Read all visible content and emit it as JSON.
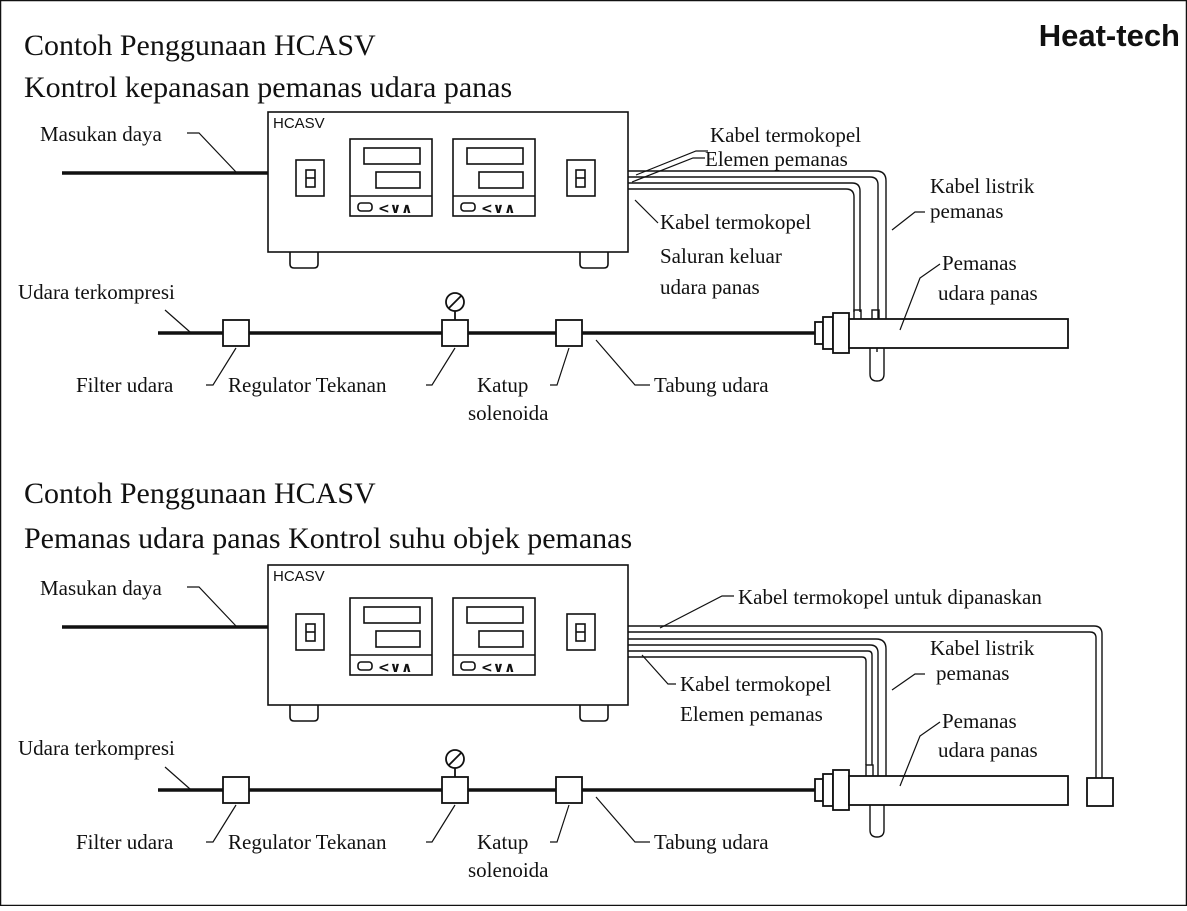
{
  "brand": {
    "text": "Heat-tech",
    "color": "#e4231b"
  },
  "diagrams": [
    {
      "heading1": "Contoh Penggunaan HCASV",
      "heading2": "Kontrol kepanasan pemanas udara panas",
      "unit_label": "HCASV",
      "keypad": "<∨∧",
      "labels": {
        "power": "Masukan daya",
        "tc_top": "Kabel termokopel",
        "tc_top_2": "Elemen pemanas",
        "tc_mid": "Kabel termokopel",
        "tc_mid_2": "Saluran keluar",
        "tc_mid_3": "udara panas",
        "power_cable": "Kabel listrik",
        "power_cable_2": "pemanas",
        "heater": "Pemanas",
        "heater_2": "udara panas",
        "air_in": "Udara terkompresi",
        "filter": "Filter udara",
        "regulator": "Regulator Tekanan",
        "valve": "Katup",
        "valve_2": "solenoida",
        "tube": "Tabung udara"
      }
    },
    {
      "heading1": "Contoh Penggunaan HCASV",
      "heading2": "Pemanas udara panas Kontrol suhu objek pemanas",
      "unit_label": "HCASV",
      "keypad": "<∨∧",
      "labels": {
        "power": "Masukan daya",
        "tc_top": "Kabel termokopel untuk dipanaskan",
        "tc_mid": "Kabel termokopel",
        "tc_mid_2": "Elemen pemanas",
        "power_cable": "Kabel listrik",
        "power_cable_2": "pemanas",
        "heater": "Pemanas",
        "heater_2": "udara panas",
        "air_in": "Udara terkompresi",
        "filter": "Filter udara",
        "regulator": "Regulator Tekanan",
        "valve": "Katup",
        "valve_2": "solenoida",
        "tube": "Tabung udara"
      }
    }
  ]
}
